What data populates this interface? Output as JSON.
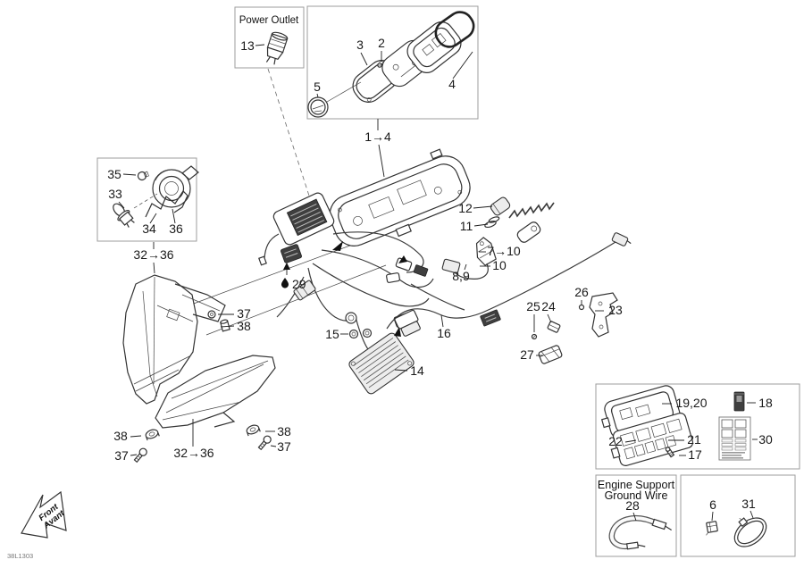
{
  "doc": {
    "code": "38L1303"
  },
  "colors": {
    "background": "#ffffff",
    "line": "#2b2b2b",
    "box_border": "#9c9c9c",
    "dark_fill": "#3f3f3f"
  },
  "boxes": {
    "power_outlet": {
      "title": "Power Outlet"
    },
    "engine_support": {
      "title_line1": "Engine Support",
      "title_line2": "Ground Wire"
    }
  },
  "front_arrow": {
    "line1": "Front",
    "line2": "Avant"
  },
  "callouts": [
    {
      "part": "power-outlet",
      "text": "13"
    },
    {
      "part": "gauge-bezel",
      "text": "3"
    },
    {
      "part": "gauge-screws",
      "text": "2"
    },
    {
      "part": "pilot-gauge",
      "text": "5"
    },
    {
      "part": "gauge-housing",
      "text": "4"
    },
    {
      "part": "gauge-cluster-range",
      "text": "1→4"
    },
    {
      "part": "bulb-socket",
      "text": "35"
    },
    {
      "part": "headlight-bulb",
      "text": "33"
    },
    {
      "part": "bulb-spring-clip",
      "text": "34"
    },
    {
      "part": "bulb-retainer-ring",
      "text": "36"
    },
    {
      "part": "headlight-range",
      "text": "32→36"
    },
    {
      "part": "grease-point",
      "text": "29"
    },
    {
      "part": "tether-cord",
      "text": "12"
    },
    {
      "part": "washer",
      "text": "11"
    },
    {
      "part": "dess-post-range",
      "text": "7→10"
    },
    {
      "part": "dess-wire",
      "text": "10"
    },
    {
      "part": "dess-connectors",
      "text": "8,9"
    },
    {
      "part": "screw-mid",
      "text": "37"
    },
    {
      "part": "nut-mid",
      "text": "38"
    },
    {
      "part": "regulator-nuts",
      "text": "15"
    },
    {
      "part": "voltage-regulator",
      "text": "14"
    },
    {
      "part": "main-harness-wire",
      "text": "16"
    },
    {
      "part": "bracket-screw",
      "text": "25"
    },
    {
      "part": "harness-clip",
      "text": "24"
    },
    {
      "part": "bracket-screw-upper",
      "text": "26"
    },
    {
      "part": "support-bracket",
      "text": "23"
    },
    {
      "part": "rubber-support",
      "text": "27"
    },
    {
      "part": "fuse-box-cover",
      "text": "19,20"
    },
    {
      "part": "fuse",
      "text": "18"
    },
    {
      "part": "fuse-box-base",
      "text": "22"
    },
    {
      "part": "fuse-box",
      "text": "21"
    },
    {
      "part": "fuse-box-screw",
      "text": "17"
    },
    {
      "part": "fuse-decal",
      "text": "30"
    },
    {
      "part": "ground-wire",
      "text": "28"
    },
    {
      "part": "retaining-clip",
      "text": "6"
    },
    {
      "part": "loop-clamp",
      "text": "31"
    },
    {
      "part": "nut-bottom-left",
      "text": "38"
    },
    {
      "part": "screw-bottom-left",
      "text": "37"
    },
    {
      "part": "headlight-range-lens",
      "text": "32→36"
    },
    {
      "part": "nut-bottom-right",
      "text": "38"
    },
    {
      "part": "screw-bottom-right",
      "text": "37"
    }
  ]
}
